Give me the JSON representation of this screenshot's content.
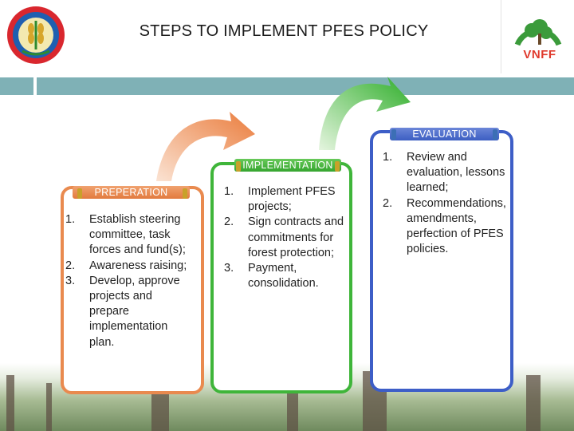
{
  "header": {
    "title": "STEPS TO IMPLEMENT PFES POLICY",
    "logo_right_text": "VNFF"
  },
  "steps": [
    {
      "label": "PREPERATION",
      "items": [
        "Establish steering committee, task forces and fund(s);",
        "Awareness raising;",
        "Develop, approve projects and prepare implementation plan."
      ]
    },
    {
      "label": "IMPLEMENTATION",
      "items": [
        "Implement PFES projects;",
        "Sign contracts and commitments for forest protection;",
        "Payment, consolidation."
      ]
    },
    {
      "label": "EVALUATION",
      "items": [
        "Review and evaluation, lessons learned;",
        "Recommendations, amendments, perfection of PFES policies."
      ]
    }
  ],
  "numbers": [
    "1.",
    "2.",
    "3."
  ],
  "colors": {
    "preparation": "#e98a4f",
    "implementation": "#3fb53a",
    "evaluation": "#3d5ec7",
    "divider": "#7fb1b6",
    "logo_red": "#e03a2d",
    "logo_green": "#3b9b3b"
  },
  "icons": {
    "logo_left": "ministry-emblem-icon",
    "logo_right": "vnff-tree-logo-icon",
    "arrow_1": "curved-arrow-orange-icon",
    "arrow_2": "curved-arrow-green-icon"
  }
}
